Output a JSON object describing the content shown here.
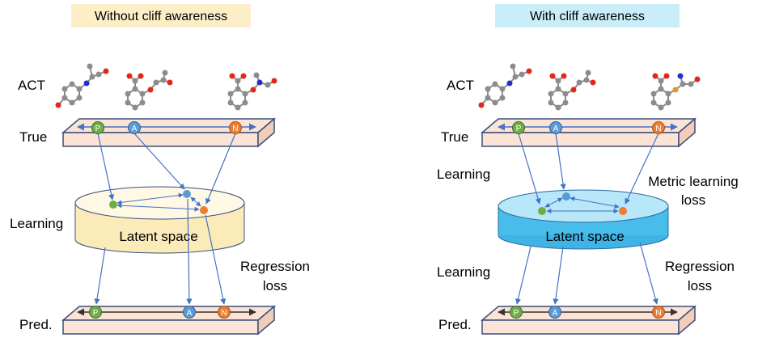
{
  "colors": {
    "plate_fill": "#FBE3D6",
    "plate_stroke": "#3A4F7A",
    "arrow": "#4472C4",
    "green_dot": "#70AD47",
    "blue_dot": "#5B9BD5",
    "orange_dot": "#ED7D31",
    "left_title_bg": "#FCEFC8",
    "right_title_bg": "#C9EEFA",
    "latent_left": "#FBEBB8",
    "latent_right": "#56C8F0",
    "atom_gray": "#8C8C8C",
    "atom_red": "#E3261B",
    "atom_blue": "#2A2ACF",
    "atom_orange": "#E8962A"
  },
  "left": {
    "title": "Without cliff awareness",
    "act_label": "ACT",
    "true_label": "True",
    "learning_label": "Learning",
    "latent_label": "Latent space",
    "regression_label_1": "Regression",
    "regression_label_2": "loss",
    "pred_label": "Pred.",
    "markers": {
      "p": "P",
      "a": "A",
      "n": "N"
    }
  },
  "right": {
    "title": "With cliff awareness",
    "act_label": "ACT",
    "true_label": "True",
    "learning_top_label": "Learning",
    "metric_label_1": "Metric learning",
    "metric_label_2": "loss",
    "latent_label": "Latent space",
    "learning_bottom_label": "Learning",
    "regression_label_1": "Regression",
    "regression_label_2": "loss",
    "pred_label": "Pred.",
    "markers": {
      "p": "P",
      "a": "A",
      "n": "N"
    }
  }
}
